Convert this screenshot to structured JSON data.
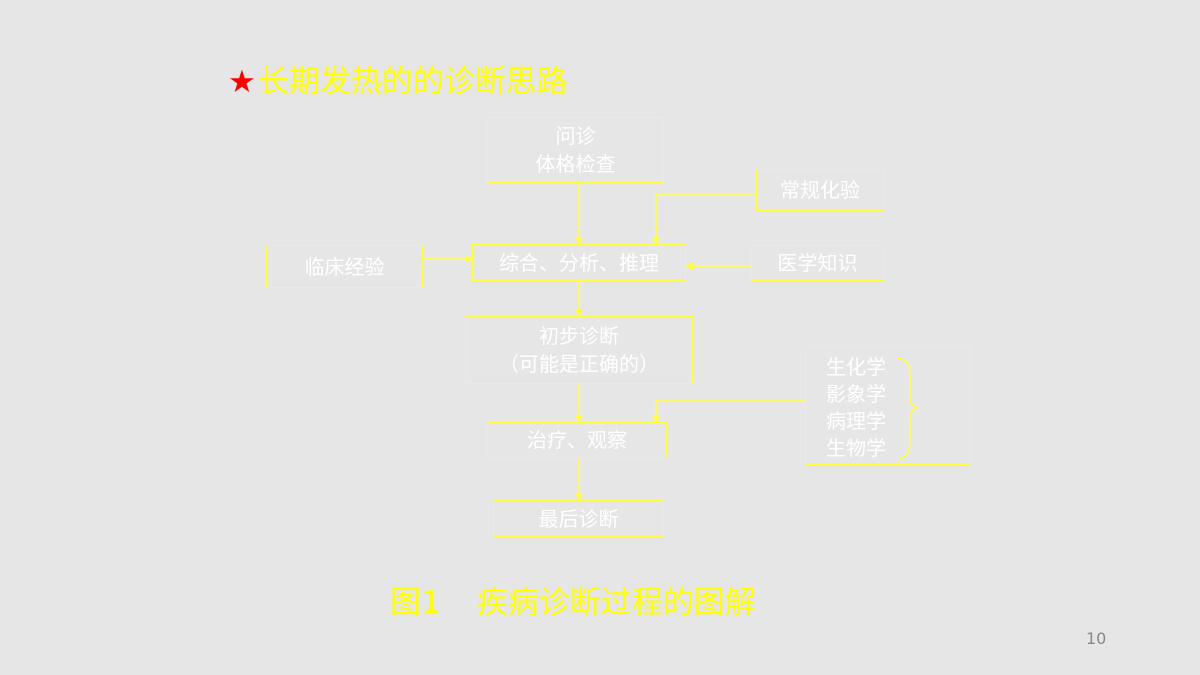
{
  "title": {
    "star": "★",
    "text": "长期发热的的诊断思路"
  },
  "nodes": {
    "inquiry": {
      "line1": "问诊",
      "line2": "体格检查"
    },
    "routine_test": "常规化验",
    "clinical_experience": "临床经验",
    "synthesis": "综合、分析、推理",
    "medical_knowledge": "医学知识",
    "preliminary": {
      "line1": "初步诊断",
      "line2": "（可能是正确的）"
    },
    "treatment": "治疗、观察",
    "final": "最后诊断"
  },
  "lab_tests": [
    "生化学",
    "影象学",
    "病理学",
    "生物学"
  ],
  "caption": {
    "figure": "图1",
    "text": "疾病诊断过程的图解"
  },
  "page_number": "10",
  "colors": {
    "background": "#e6e6e6",
    "accent": "#ffff00",
    "star": "#ff0000",
    "box_text": "#ffffff"
  }
}
